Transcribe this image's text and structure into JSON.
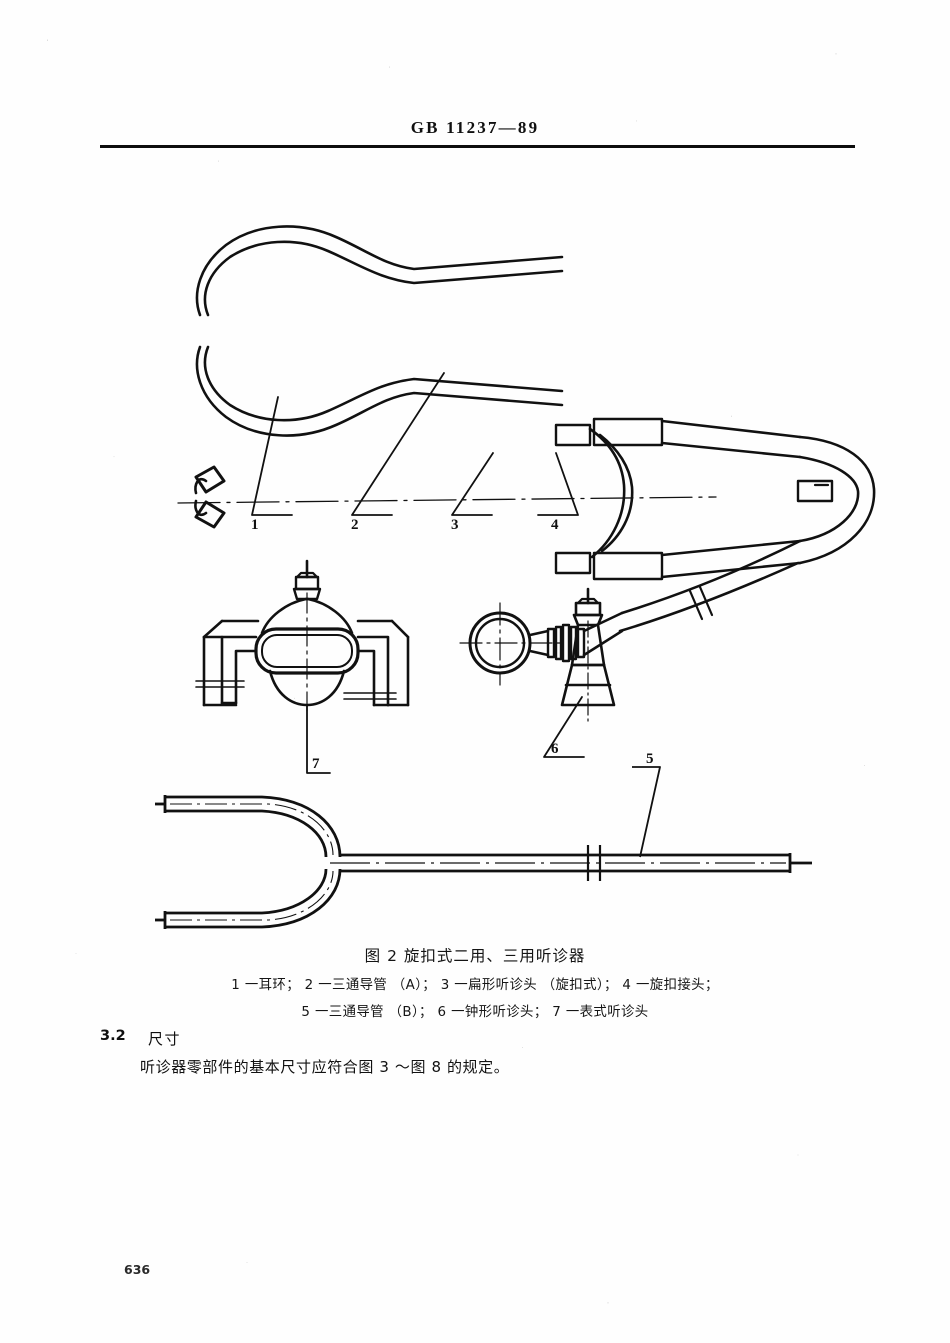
{
  "document": {
    "standard_header": "GB 11237—89",
    "page_number": "636"
  },
  "figure": {
    "caption_title": "图 2    旋扣式二用、三用听诊器",
    "legend_line_1": "1 一耳环； 2 一三通导管 （A）； 3 一扁形听诊头 （旋扣式）； 4 一旋扣接头；",
    "legend_line_2": "5 一三通导管 （B）； 6 一钟形听诊头； 7 一表式听诊头",
    "callouts": {
      "c1": "1",
      "c2": "2",
      "c3": "3",
      "c4": "4",
      "c5": "5",
      "c6": "6",
      "c7": "7"
    },
    "parts": [
      {
        "number": "1",
        "name": "耳环"
      },
      {
        "number": "2",
        "name": "三通导管（A）"
      },
      {
        "number": "3",
        "name": "扁形听诊头（旋扣式）"
      },
      {
        "number": "4",
        "name": "旋扣接头"
      },
      {
        "number": "5",
        "name": "三通导管（B）"
      },
      {
        "number": "6",
        "name": "钟形听诊头"
      },
      {
        "number": "7",
        "name": "表式听诊头"
      }
    ]
  },
  "section": {
    "number": "3.2",
    "title": "尺寸",
    "paragraph": "听诊器零部件的基本尺寸应符合图 3 ～图 8 的规定。"
  },
  "colors": {
    "ink": "#111111",
    "paper": "#fefefe"
  }
}
